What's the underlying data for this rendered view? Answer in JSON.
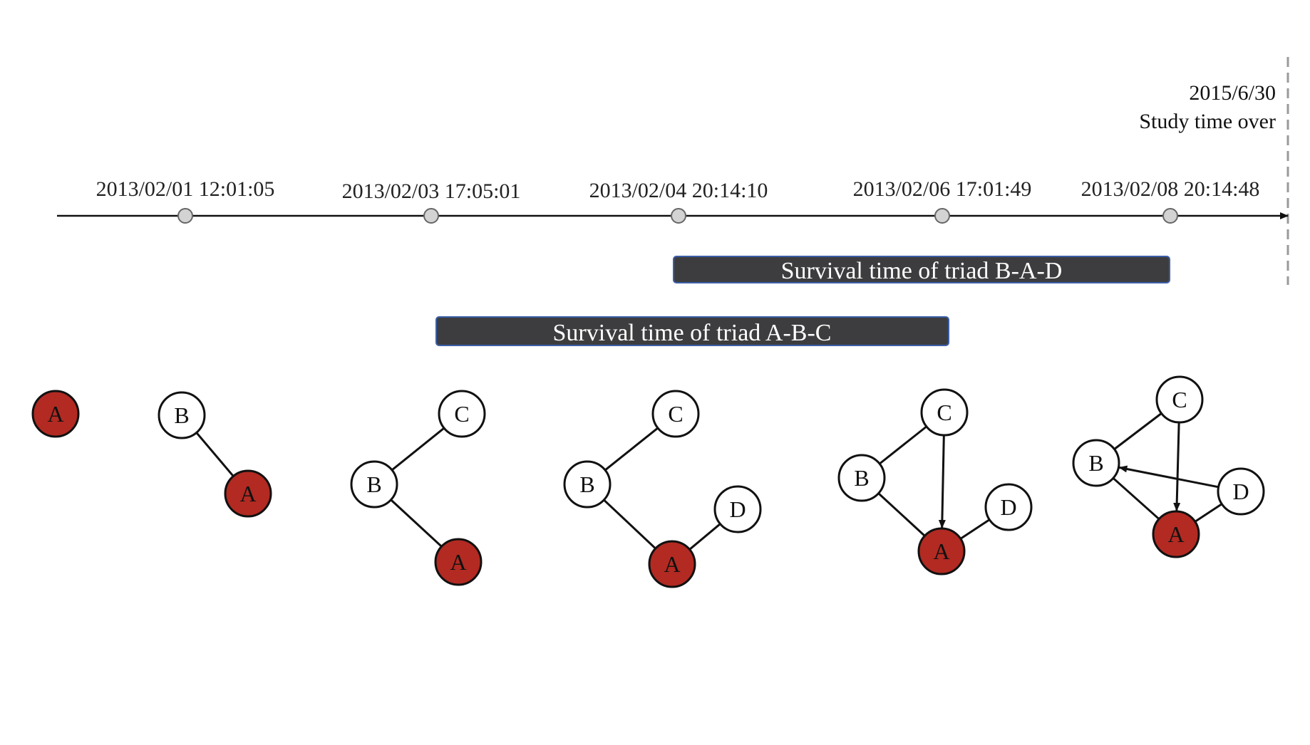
{
  "colors": {
    "line": "#111111",
    "event_marker_fill": "#d3d3d3",
    "event_marker_stroke": "#666666",
    "bar_fill": "#3d3d3f",
    "bar_stroke": "#3b5fa8",
    "bar_text": "#ffffff",
    "focal_node_fill": "#b22a22",
    "other_node_fill": "#ffffff",
    "node_stroke": "#111111",
    "study_end_line": "#999999"
  },
  "study_end": {
    "date": "2015/6/30",
    "label": "Study time over"
  },
  "timeline": {
    "events": [
      "2013/02/01 12:01:05",
      "2013/02/03 17:05:01",
      "2013/02/04 20:14:10",
      "2013/02/06 17:01:49",
      "2013/02/08 20:14:48"
    ]
  },
  "survival_bars": {
    "bad": "Survival time of triad B-A-D",
    "abc": "Survival time of triad A-B-C"
  },
  "networks": [
    {
      "nodes": [
        {
          "id": "A",
          "focal": true
        }
      ],
      "edges": []
    },
    {
      "nodes": [
        {
          "id": "B",
          "focal": false
        },
        {
          "id": "A",
          "focal": true
        }
      ],
      "edges": [
        {
          "from": "B",
          "to": "A",
          "directed": false
        }
      ]
    },
    {
      "nodes": [
        {
          "id": "C",
          "focal": false
        },
        {
          "id": "B",
          "focal": false
        },
        {
          "id": "A",
          "focal": true
        }
      ],
      "edges": [
        {
          "from": "B",
          "to": "C",
          "directed": false
        },
        {
          "from": "B",
          "to": "A",
          "directed": false
        }
      ]
    },
    {
      "nodes": [
        {
          "id": "C",
          "focal": false
        },
        {
          "id": "B",
          "focal": false
        },
        {
          "id": "D",
          "focal": false
        },
        {
          "id": "A",
          "focal": true
        }
      ],
      "edges": [
        {
          "from": "B",
          "to": "C",
          "directed": false
        },
        {
          "from": "B",
          "to": "A",
          "directed": false
        },
        {
          "from": "A",
          "to": "D",
          "directed": false
        }
      ]
    },
    {
      "nodes": [
        {
          "id": "C",
          "focal": false
        },
        {
          "id": "B",
          "focal": false
        },
        {
          "id": "D",
          "focal": false
        },
        {
          "id": "A",
          "focal": true
        }
      ],
      "edges": [
        {
          "from": "B",
          "to": "C",
          "directed": false
        },
        {
          "from": "B",
          "to": "A",
          "directed": false
        },
        {
          "from": "A",
          "to": "D",
          "directed": false
        },
        {
          "from": "C",
          "to": "A",
          "directed": true
        }
      ]
    },
    {
      "nodes": [
        {
          "id": "C",
          "focal": false
        },
        {
          "id": "B",
          "focal": false
        },
        {
          "id": "D",
          "focal": false
        },
        {
          "id": "A",
          "focal": true
        }
      ],
      "edges": [
        {
          "from": "B",
          "to": "C",
          "directed": false
        },
        {
          "from": "B",
          "to": "A",
          "directed": false
        },
        {
          "from": "A",
          "to": "D",
          "directed": false
        },
        {
          "from": "C",
          "to": "A",
          "directed": true
        },
        {
          "from": "D",
          "to": "B",
          "directed": true
        }
      ]
    }
  ]
}
